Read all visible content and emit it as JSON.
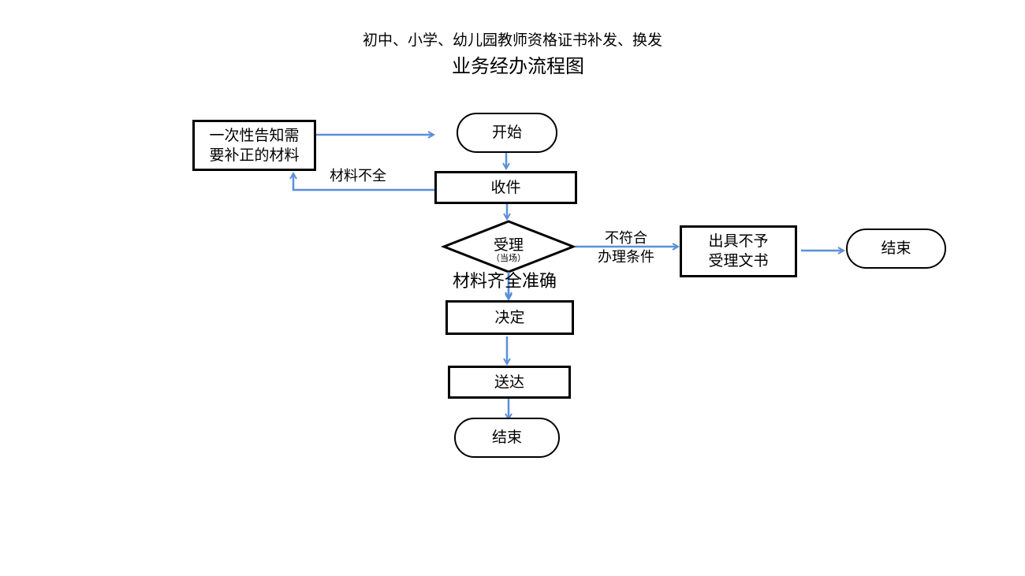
{
  "title": {
    "line1": "初中、小学、幼儿园教师资格证书补发、换发",
    "line2": "业务经办流程图"
  },
  "nodes": {
    "start": "开始",
    "receive": "收件",
    "accept": "受理",
    "accept_note": "（当场）",
    "decide": "决定",
    "deliver": "送达",
    "end_main": "结束",
    "notify_line1": "一次性告知需",
    "notify_line2": "要补正的材料",
    "reject_line1": "出具不予",
    "reject_line2": "受理文书",
    "end_reject": "结束"
  },
  "edge_labels": {
    "incomplete": "材料不全",
    "not_qualified_line1": "不符合",
    "not_qualified_line2": "办理条件",
    "complete": "材料齐全准确"
  },
  "colors": {
    "arrow": "#5b8fd9",
    "border": "#000000"
  }
}
